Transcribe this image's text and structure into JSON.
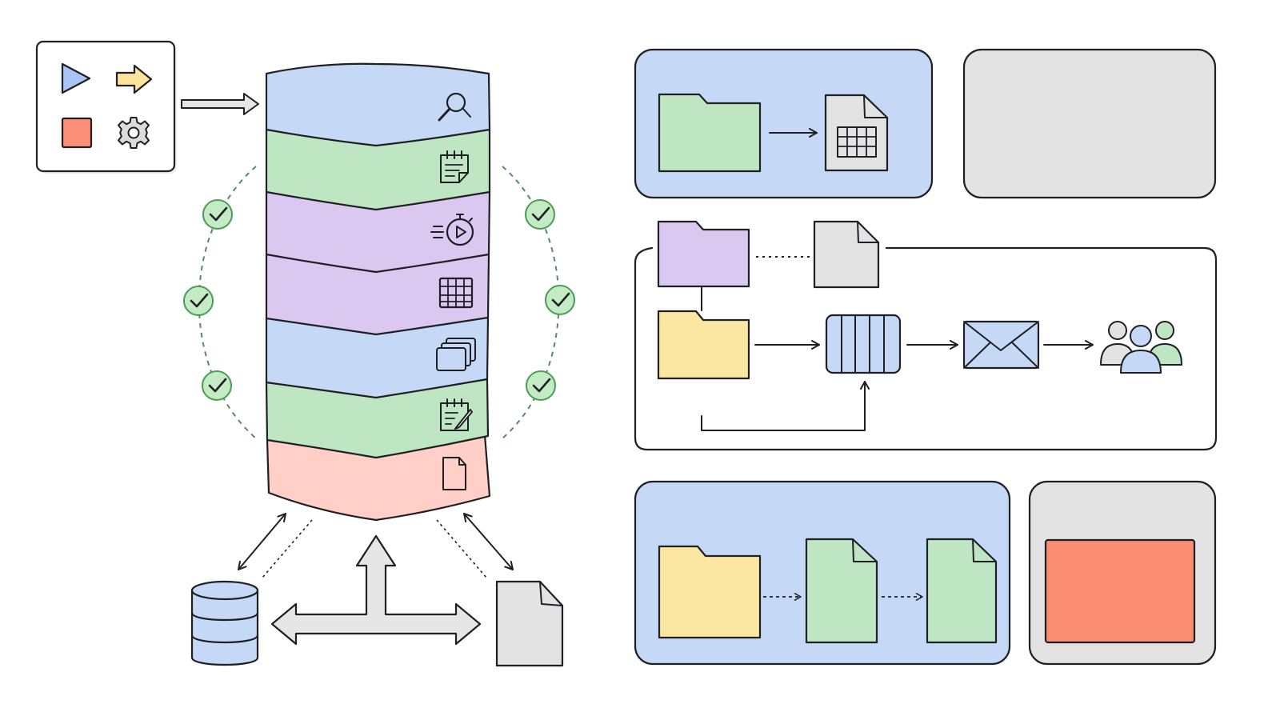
{
  "colors": {
    "ink": "#1f1f24",
    "blue": "#c5d9f7",
    "green": "#bfe6c3",
    "purple": "#dac8f1",
    "yellow": "#fbe7a1",
    "pink": "#ffcfc8",
    "gray": "#e3e3e3",
    "orange_card": "#fb8d72",
    "check_fill": "#c4ecc4",
    "check_stroke": "#4d9b55",
    "dash_green": "#5a8a5f",
    "toolbar_play": "#a8c5f5",
    "toolbar_arrow": "#fbe49b",
    "toolbar_stop": "#fb8f78"
  },
  "toolbar": {
    "icons": [
      "play-icon",
      "arrow-right-icon",
      "stop-icon",
      "gear-icon"
    ]
  },
  "stack": {
    "layers": [
      {
        "name": "search",
        "color": "blue",
        "icon": "magnifier-icon"
      },
      {
        "name": "notes",
        "color": "green",
        "icon": "notepad-icon"
      },
      {
        "name": "timer",
        "color": "purple",
        "icon": "stopwatch-play-icon"
      },
      {
        "name": "grid",
        "color": "purple",
        "icon": "table-grid-icon"
      },
      {
        "name": "windows",
        "color": "blue",
        "icon": "stacked-windows-icon"
      },
      {
        "name": "edit",
        "color": "green",
        "icon": "edit-notepad-icon"
      },
      {
        "name": "file",
        "color": "pink",
        "icon": "file-icon"
      }
    ],
    "check_count": 6
  },
  "panels": {
    "top_left": {
      "color": "blue",
      "items": [
        "folder-icon",
        "spreadsheet-file-icon"
      ]
    },
    "top_right": {
      "color": "gray"
    },
    "middle": {
      "items": [
        "folder-icon",
        "file-icon",
        "folder-icon",
        "queue-icon",
        "envelope-icon",
        "users-icon"
      ]
    },
    "bottom_left": {
      "color": "blue",
      "items": [
        "folder-icon",
        "file-icon",
        "file-icon"
      ]
    },
    "bottom_right": {
      "color": "gray",
      "card_color": "orange_card"
    }
  }
}
